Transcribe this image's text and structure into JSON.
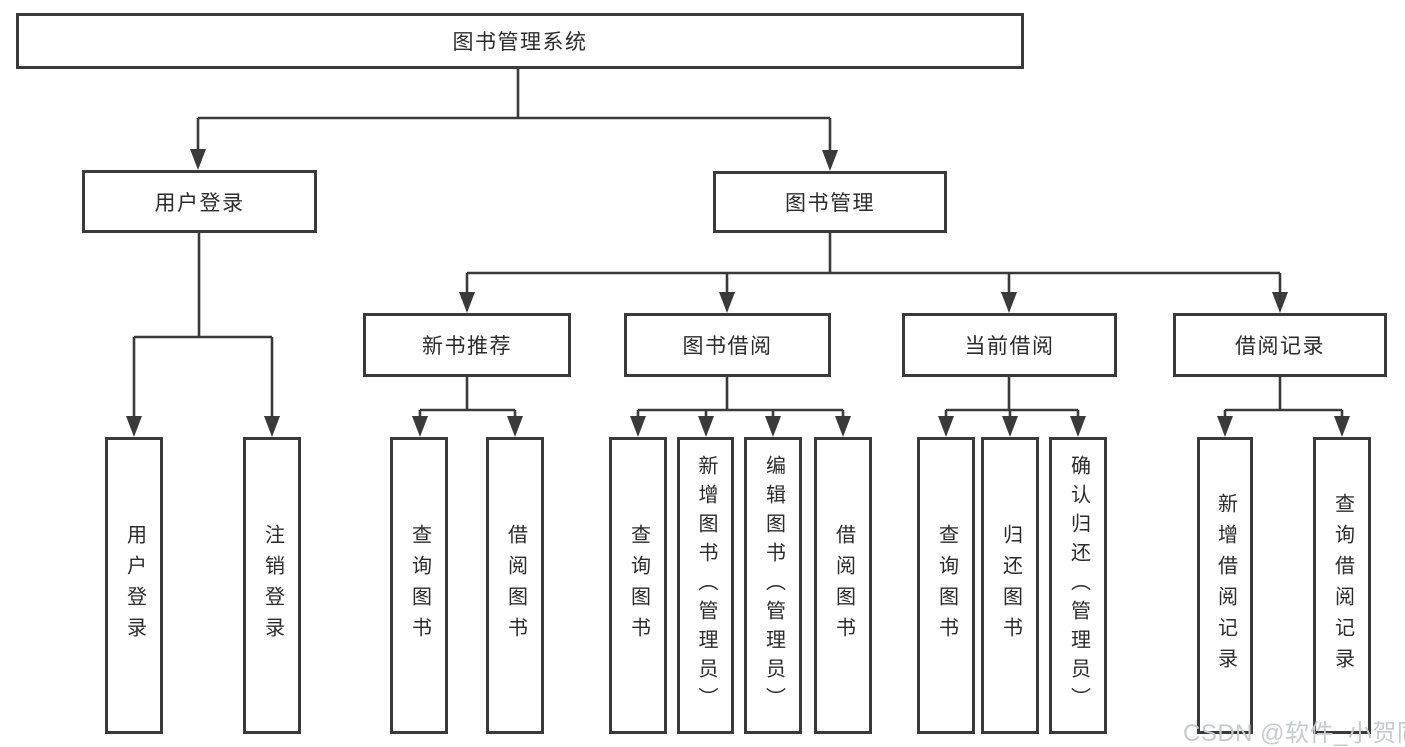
{
  "diagram": {
    "root": {
      "label": "图书管理系统"
    },
    "branches": [
      {
        "label": "用户登录",
        "children": [
          {
            "label": "用户登录"
          },
          {
            "label": "注销登录"
          }
        ]
      },
      {
        "label": "图书管理",
        "children": [
          {
            "label": "新书推荐",
            "children": [
              {
                "label": "查询图书"
              },
              {
                "label": "借阅图书"
              }
            ]
          },
          {
            "label": "图书借阅",
            "children": [
              {
                "label": "查询图书"
              },
              {
                "label": "新增图书（管理员）"
              },
              {
                "label": "编辑图书（管理员）"
              },
              {
                "label": "借阅图书"
              }
            ]
          },
          {
            "label": "当前借阅",
            "children": [
              {
                "label": "查询图书"
              },
              {
                "label": "归还图书"
              },
              {
                "label": "确认归还（管理员）"
              }
            ]
          },
          {
            "label": "借阅记录",
            "children": [
              {
                "label": "新增借阅记录"
              },
              {
                "label": "查询借阅记录"
              }
            ]
          }
        ]
      }
    ]
  },
  "watermark": {
    "text": "CSDN @软件_小贺同学"
  },
  "colors": {
    "line": "#3a3a3a",
    "box_border": "#3a3a3a",
    "box_fill": "#ffffff",
    "text": "#2b2b2b",
    "watermark": "#c6cbce",
    "background": "#ffffff"
  }
}
